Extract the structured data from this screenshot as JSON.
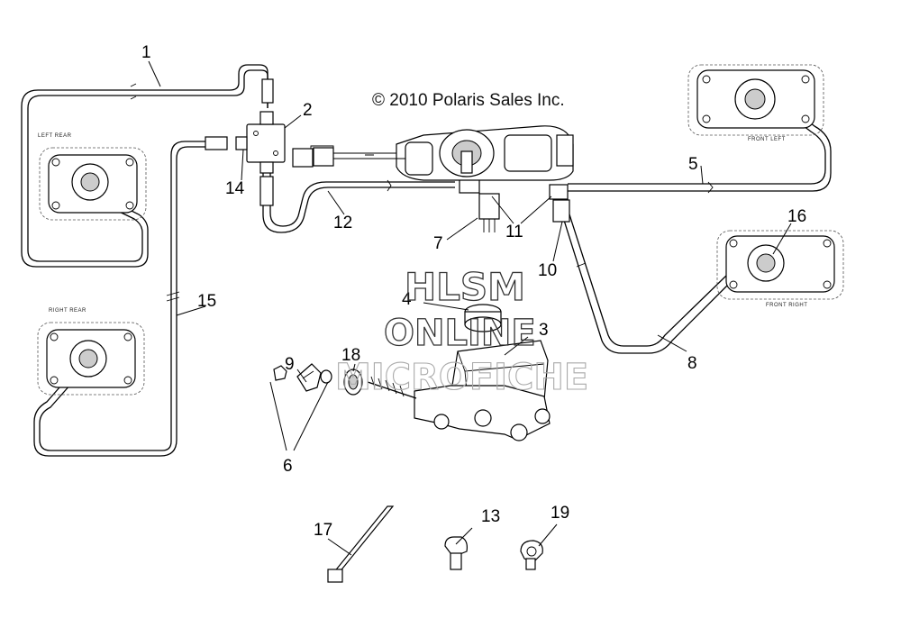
{
  "copyright": "© 2010 Polaris Sales Inc.",
  "watermark": {
    "line1": "HLSM",
    "line2": "ONLINE",
    "line3": "MICROFICHE"
  },
  "caliper_labels": {
    "left_rear": "LEFT REAR",
    "right_rear": "RIGHT REAR",
    "front_left": "FRONT LEFT",
    "front_right": "FRONT RIGHT"
  },
  "callouts": {
    "c1": "1",
    "c2": "2",
    "c3": "3",
    "c4": "4",
    "c5": "5",
    "c6": "6",
    "c7": "7",
    "c8": "8",
    "c9": "9",
    "c10": "10",
    "c11": "11",
    "c12": "12",
    "c13": "13",
    "c14": "14",
    "c15": "15",
    "c16": "16",
    "c17": "17",
    "c18": "18",
    "c19": "19"
  }
}
